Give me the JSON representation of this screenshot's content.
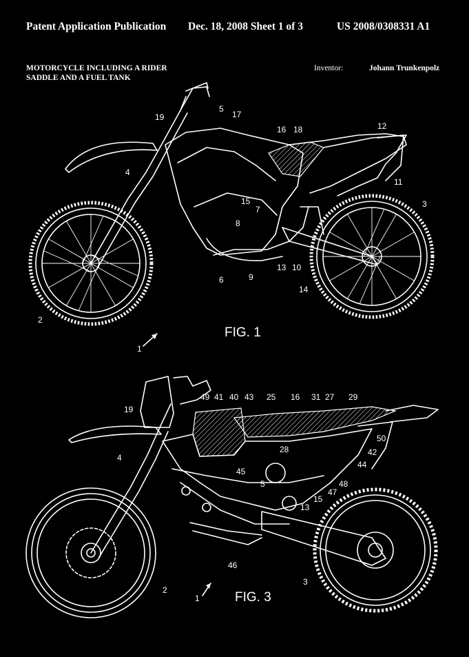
{
  "header": {
    "publication": "Patent Application Publication",
    "date_sheet": "Dec. 18, 2008   Sheet 1 of 3",
    "number": "US 2008/0308331 A1"
  },
  "title": {
    "line1": "MOTORCYCLE INCLUDING A RIDER",
    "line2": "SADDLE AND A FUEL TANK"
  },
  "inventor": {
    "label": "Inventor:",
    "name": "Johann Trunkenpolz"
  },
  "figures": {
    "fig1": {
      "caption": "FIG. 1",
      "labels": [
        "19",
        "5",
        "17",
        "16",
        "18",
        "12",
        "4",
        "15",
        "7",
        "8",
        "3",
        "11",
        "6",
        "9",
        "13",
        "10",
        "14",
        "2",
        "1"
      ]
    },
    "fig3": {
      "caption": "FIG. 3",
      "labels": [
        "49",
        "41",
        "40",
        "43",
        "25",
        "16",
        "31",
        "27",
        "29",
        "19",
        "50",
        "4",
        "28",
        "42",
        "44",
        "45",
        "5",
        "48",
        "47",
        "15",
        "13",
        "46",
        "2",
        "1",
        "3"
      ]
    }
  }
}
